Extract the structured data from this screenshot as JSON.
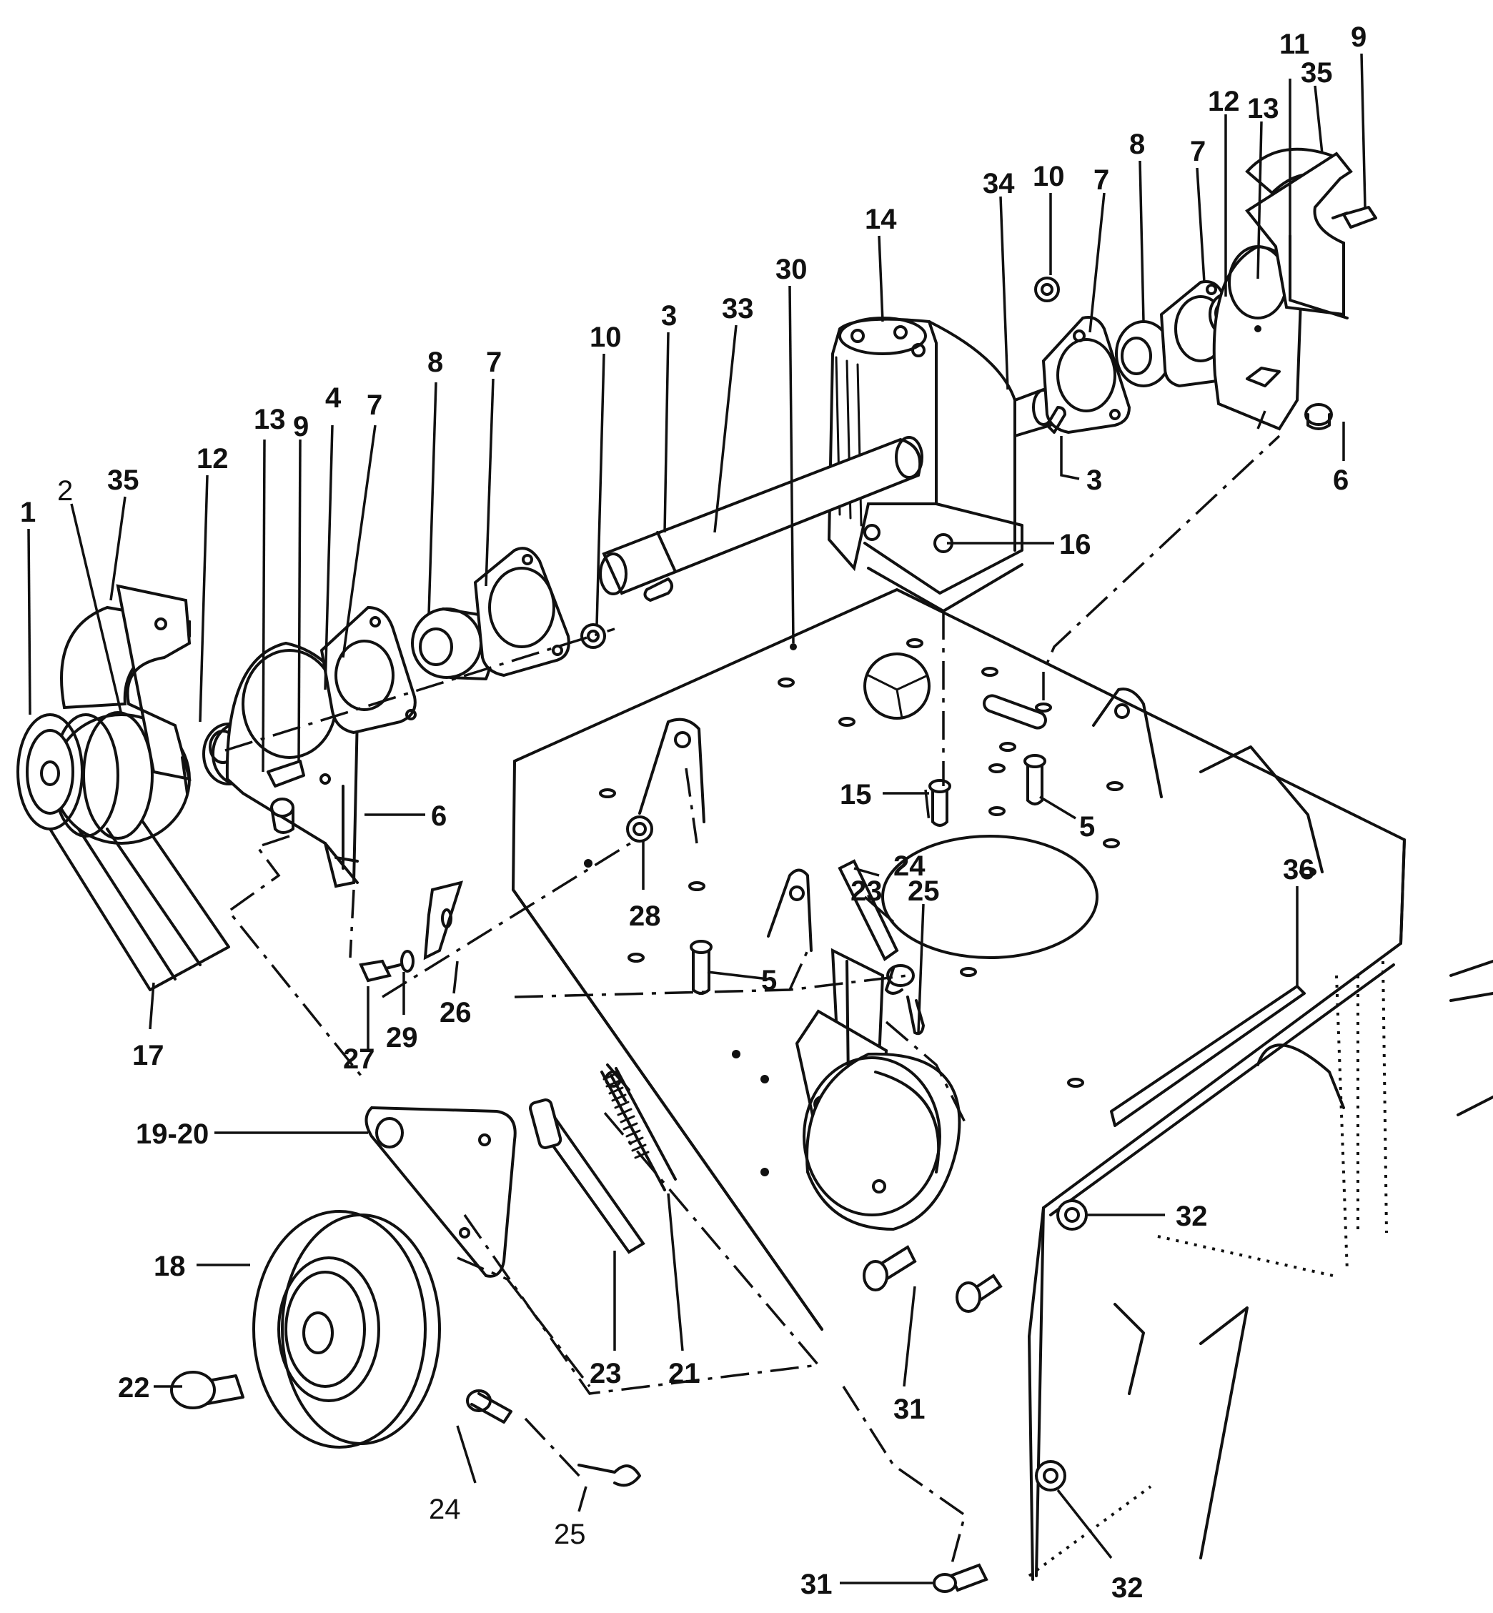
{
  "diagram": {
    "callouts": [
      {
        "id": "c1",
        "text": "1"
      },
      {
        "id": "c2",
        "text": "2"
      },
      {
        "id": "c35a",
        "text": "35"
      },
      {
        "id": "c12a",
        "text": "12"
      },
      {
        "id": "c13a",
        "text": "13"
      },
      {
        "id": "c9a",
        "text": "9"
      },
      {
        "id": "c4",
        "text": "4"
      },
      {
        "id": "c7a",
        "text": "7"
      },
      {
        "id": "c8a",
        "text": "8"
      },
      {
        "id": "c7b",
        "text": "7"
      },
      {
        "id": "c10a",
        "text": "10"
      },
      {
        "id": "c3a",
        "text": "3"
      },
      {
        "id": "c33",
        "text": "33"
      },
      {
        "id": "c30",
        "text": "30"
      },
      {
        "id": "c14",
        "text": "14"
      },
      {
        "id": "c34",
        "text": "34"
      },
      {
        "id": "c10b",
        "text": "10"
      },
      {
        "id": "c7c",
        "text": "7"
      },
      {
        "id": "c8b",
        "text": "8"
      },
      {
        "id": "c7d",
        "text": "7"
      },
      {
        "id": "c12b",
        "text": "12"
      },
      {
        "id": "c13b",
        "text": "13"
      },
      {
        "id": "c11",
        "text": "11"
      },
      {
        "id": "c35b",
        "text": "35"
      },
      {
        "id": "c9b",
        "text": "9"
      },
      {
        "id": "c3b",
        "text": "3"
      },
      {
        "id": "c6a",
        "text": "6"
      },
      {
        "id": "c16",
        "text": "16"
      },
      {
        "id": "c6b",
        "text": "6"
      },
      {
        "id": "c15",
        "text": "15"
      },
      {
        "id": "c5a",
        "text": "5"
      },
      {
        "id": "c24a",
        "text": "24"
      },
      {
        "id": "c23a",
        "text": "23"
      },
      {
        "id": "c25a",
        "text": "25"
      },
      {
        "id": "c28",
        "text": "28"
      },
      {
        "id": "c5b",
        "text": "5"
      },
      {
        "id": "c36",
        "text": "36"
      },
      {
        "id": "c17",
        "text": "17"
      },
      {
        "id": "c27",
        "text": "27"
      },
      {
        "id": "c29",
        "text": "29"
      },
      {
        "id": "c26",
        "text": "26"
      },
      {
        "id": "c19-20",
        "text": "19-20"
      },
      {
        "id": "c18",
        "text": "18"
      },
      {
        "id": "c22",
        "text": "22"
      },
      {
        "id": "c23b",
        "text": "23"
      },
      {
        "id": "c21",
        "text": "21"
      },
      {
        "id": "c24b",
        "text": "24"
      },
      {
        "id": "c25b",
        "text": "25"
      },
      {
        "id": "c31a",
        "text": "31"
      },
      {
        "id": "c32a",
        "text": "32"
      },
      {
        "id": "c31b",
        "text": "31"
      },
      {
        "id": "c32b",
        "text": "32"
      }
    ]
  }
}
